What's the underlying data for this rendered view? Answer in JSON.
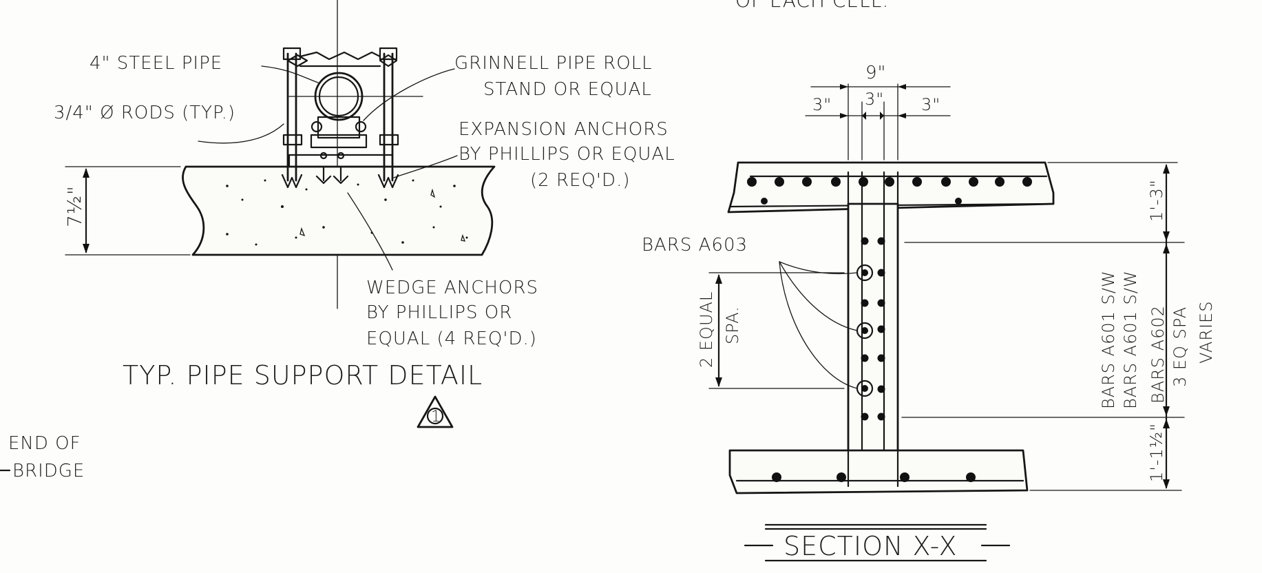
{
  "pipe_support_detail": {
    "labels": {
      "steel_pipe": "4\" STEEL PIPE",
      "rods": "3/4\" Ø RODS (TYP.)",
      "grinnell_line1": "GRINNELL PIPE ROLL",
      "grinnell_line2": "STAND OR EQUAL",
      "expansion_line1": "EXPANSION ANCHORS",
      "expansion_line2": "BY PHILLIPS OR EQUAL",
      "expansion_line3": "(2 REQ'D.)",
      "wedge_line1": "WEDGE ANCHORS",
      "wedge_line2": "BY PHILLIPS OR",
      "wedge_line3": "EQUAL (4 REQ'D.)",
      "slab_dim": "7½\"",
      "title": "TYP. PIPE SUPPORT DETAIL",
      "marker": "1",
      "top_note": "OF EACH CELL."
    }
  },
  "section_xx": {
    "title": "SECTION X-X",
    "dim_total_width": "9\"",
    "dim_left": "3\"",
    "dim_mid": "3\"",
    "dim_right": "3\"",
    "dim_top_flange": "1'-3\"",
    "dim_bottom_flange": "1'-1½\"",
    "left_spacing_line1": "2 EQUAL",
    "left_spacing_line2": "SPA.",
    "bars_label": "BARS A603",
    "right_notes": [
      "BARS A601 S/W",
      "BARS A601 S/W",
      "BARS A602",
      "3 EQ SPA",
      "VARIES"
    ]
  },
  "end_of_bridge": {
    "line1": "END OF",
    "line2": "BRIDGE"
  }
}
